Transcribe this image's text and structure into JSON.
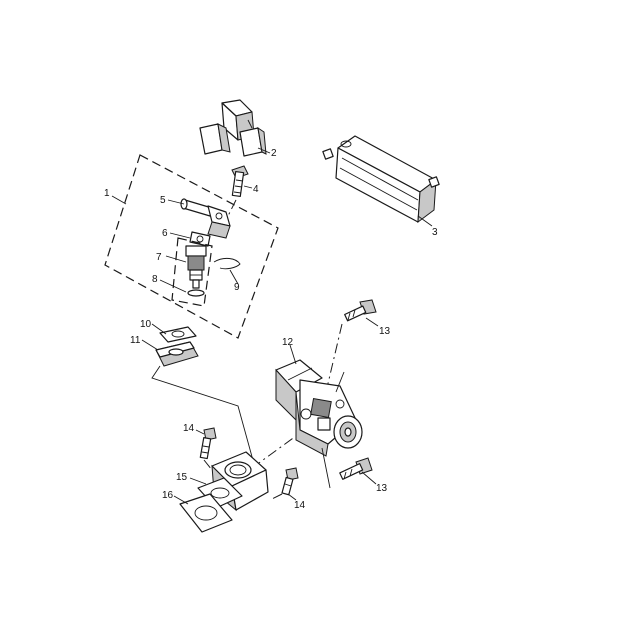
{
  "callouts": {
    "c1": "1",
    "c2": "2",
    "c3": "3",
    "c4": "4",
    "c5": "5",
    "c6": "6",
    "c7": "7",
    "c8": "8",
    "c9": "9",
    "c10": "10",
    "c11": "11",
    "c12": "12",
    "c13a": "13",
    "c13b": "13",
    "c14a": "14",
    "c14b": "14",
    "c15": "15",
    "c16": "16"
  }
}
